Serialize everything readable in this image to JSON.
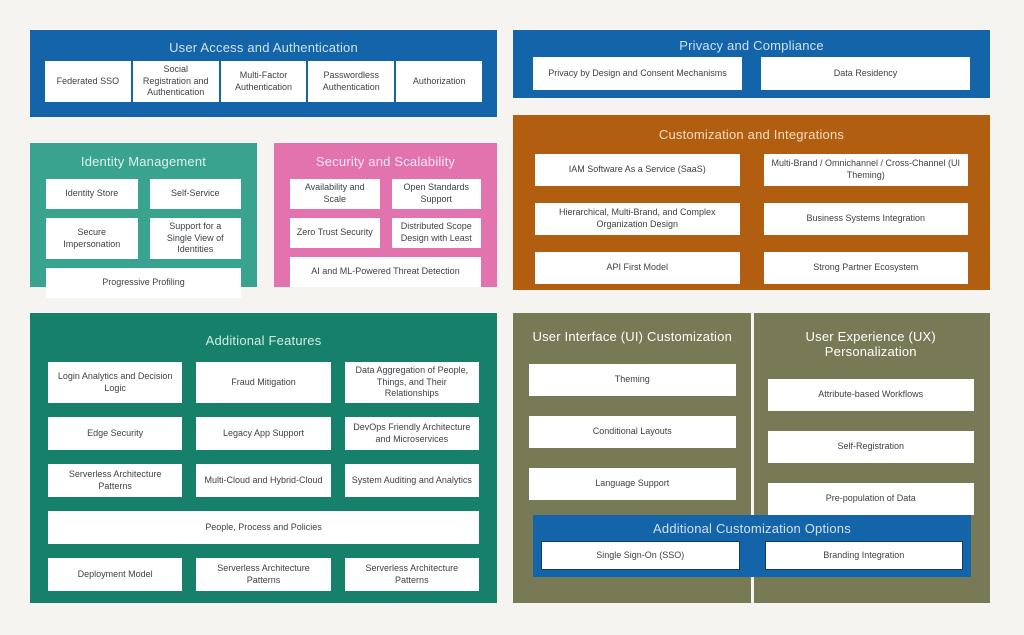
{
  "colors": {
    "background": "#f6f4f1",
    "blue": "#1364a8",
    "teal": "#3aa38f",
    "pink": "#e273ae",
    "orange": "#b15e11",
    "green": "#17806b",
    "olive": "#787a55",
    "chip_bg": "#ffffff",
    "chip_text": "#3e4245",
    "inner_chip_border": "#0d3c68"
  },
  "sections": {
    "user_access": {
      "title": "User Access and Authentication",
      "color": "#1364a8",
      "chips": [
        "Federated SSO",
        "Social Registration and Authentication",
        "Multi-Factor Authentication",
        "Passwordless Authentication",
        "Authorization"
      ]
    },
    "privacy": {
      "title": "Privacy and Compliance",
      "color": "#1364a8",
      "chips": [
        "Privacy by Design and Consent Mechanisms",
        "Data Residency"
      ]
    },
    "identity": {
      "title": "Identity Management",
      "color": "#3aa38f",
      "chips": [
        "Identity Store",
        "Self-Service",
        "Secure Impersonation",
        "Support for a Single View of Identities",
        "Progressive Profiling"
      ]
    },
    "security": {
      "title": "Security and Scalability",
      "color": "#e273ae",
      "chips": [
        "Availability and Scale",
        "Open Standards Support",
        "Zero Trust Security",
        "Distributed Scope Design with Least",
        "AI and ML-Powered Threat Detection"
      ]
    },
    "customization": {
      "title": "Customization and Integrations",
      "color": "#b15e11",
      "chips": [
        "IAM Software As a Service (SaaS)",
        "Multi-Brand / Omnichannel / Cross-Channel (UI Theming)",
        "Hierarchical, Multi-Brand, and Complex Organization Design",
        "Business Systems Integration",
        "API First Model",
        "Strong Partner Ecosystem"
      ]
    },
    "additional_features": {
      "title": "Additional Features",
      "color": "#17806b",
      "chips": [
        "Login Analytics and Decision Logic",
        "Fraud Mitigation",
        "Data Aggregation of People, Things, and Their Relationships",
        "Edge Security",
        "Legacy App Support",
        "DevOps Friendly Architecture and Microservices",
        "Serverless Architecture Patterns",
        "Multi-Cloud and Hybrid-Cloud",
        "System Auditing and Analytics",
        "People, Process and Policies",
        "Deployment Model",
        "Serverless Architecture Patterns",
        "Serverless Architecture Patterns"
      ]
    },
    "ui_customization": {
      "title": "User Interface (UI) Customization",
      "color": "#787a55",
      "chips": [
        "Theming",
        "Conditional Layouts",
        "Language Support"
      ]
    },
    "ux_personalization": {
      "title": "User Experience (UX) Personalization",
      "color": "#787a55",
      "chips": [
        "Attribute-based Workflows",
        "Self-Registration",
        "Pre-population of Data"
      ]
    },
    "additional_customization": {
      "title": "Additional Customization Options",
      "color": "#1364a8",
      "chips": [
        "Single Sign-On (SSO)",
        "Branding Integration"
      ]
    }
  }
}
